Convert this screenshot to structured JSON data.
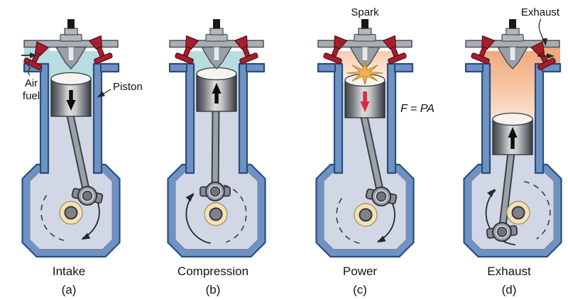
{
  "labels": {
    "air": "Air",
    "fuel": "fuel",
    "piston": "Piston",
    "spark": "Spark",
    "force_equation": "F = PA",
    "exhaust_flow": "Exhaust"
  },
  "panels": [
    {
      "caption": "Intake",
      "letter": "(a)",
      "valve_open": "intake",
      "piston_motion": "down"
    },
    {
      "caption": "Compression",
      "letter": "(b)",
      "valve_open": "none",
      "piston_motion": "up"
    },
    {
      "caption": "Power",
      "letter": "(c)",
      "valve_open": "none",
      "piston_motion": "down"
    },
    {
      "caption": "Exhaust",
      "letter": "(d)",
      "valve_open": "exhaust",
      "piston_motion": "up"
    }
  ],
  "colors": {
    "blockFill": "#6e93c2",
    "blockStroke": "#2a4d7f",
    "interior": "#d2d7e6",
    "intakeGas": "#b7dde1",
    "combustTop": "#f6cdb0",
    "combustBottom": "#fdf2e7",
    "exhaustTop": "#f1a97e",
    "exhaustBottom": "#fbe4d4",
    "valveRed": "#a61e2e",
    "headGray": "#a9aeb4",
    "hubTan": "#f3e2b8",
    "sparkGold": "#edb457",
    "forceRed": "#e02647",
    "ink": "#141414"
  }
}
